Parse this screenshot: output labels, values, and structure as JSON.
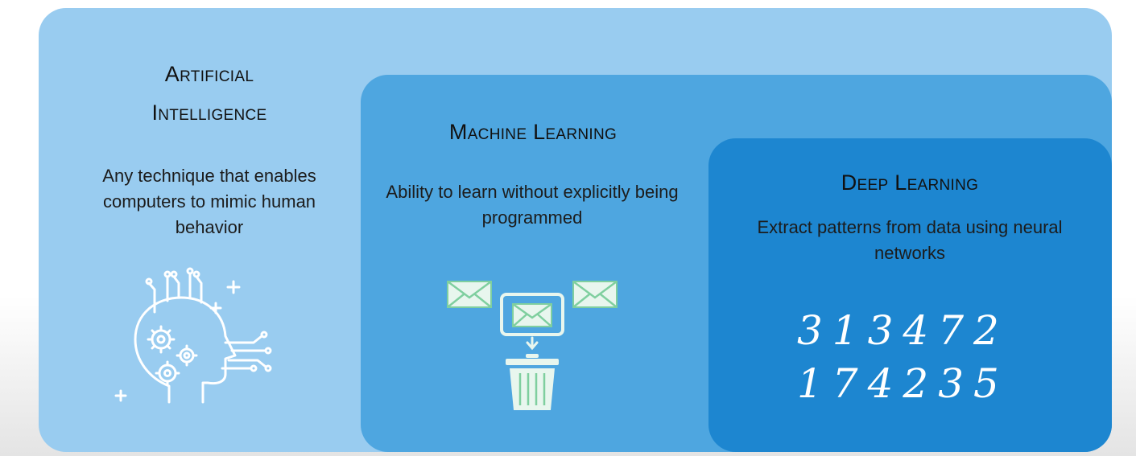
{
  "ai": {
    "title_line1": "Artificial",
    "title_line2": "Intelligence",
    "description": "Any technique that enables computers to mimic human behavior",
    "icon": "head-gears-circuit-icon"
  },
  "ml": {
    "title": "Machine Learning",
    "description": "Ability to learn without explicitly being programmed",
    "icon": "email-spam-trash-icon"
  },
  "dl": {
    "title": "Deep Learning",
    "description": "Extract patterns from data using neural networks",
    "digits_row1": "313472",
    "digits_row2": "174235"
  },
  "colors": {
    "ai_panel": "#99ccf0",
    "ml_panel": "#4ea6e0",
    "dl_panel": "#1d86d0"
  }
}
